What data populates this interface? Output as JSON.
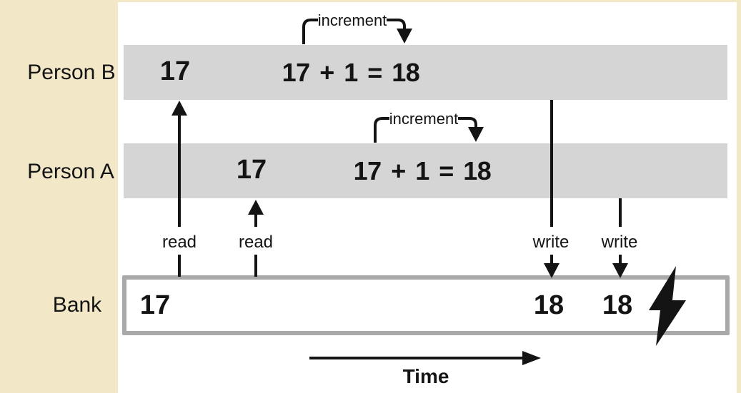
{
  "colors": {
    "page_background": "#f2e8c7",
    "canvas_background": "#ffffff",
    "lane_fill": "#d5d5d5",
    "bank_border": "#a9a9a9",
    "ink": "#141414"
  },
  "lanes": {
    "person_b": {
      "label": "Person B",
      "read_value": "17",
      "expression": "17 + 1 = 18",
      "increment_label": "increment"
    },
    "person_a": {
      "label": "Person A",
      "read_value": "17",
      "expression": "17 + 1 = 18",
      "increment_label": "increment"
    },
    "bank": {
      "label": "Bank",
      "initial_value": "17",
      "write_b_value": "18",
      "write_a_value": "18"
    }
  },
  "operations": {
    "read_b": "read",
    "read_a": "read",
    "write_b": "write",
    "write_a": "write"
  },
  "time_axis": {
    "label": "Time"
  },
  "icons": {
    "conflict_icon": "lightning-bolt"
  }
}
